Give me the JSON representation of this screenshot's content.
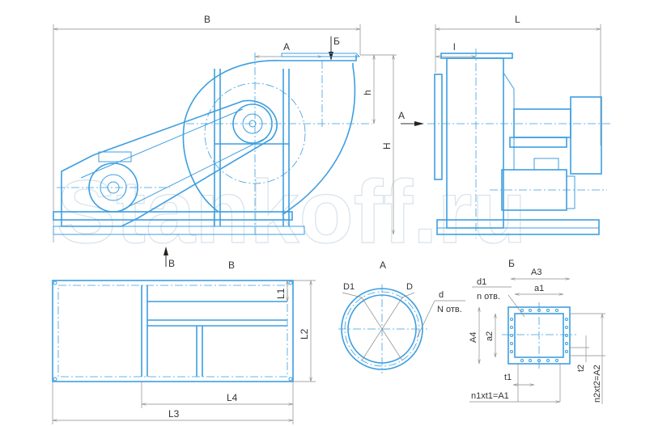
{
  "watermark": "Stankoff.ru",
  "side_view": {
    "width_dim": "В",
    "outlet_offset_dim": "А",
    "view_arrow_b": "Б",
    "outlet_height_dim": "h",
    "total_height_dim": "H",
    "section_arrow_v": "В"
  },
  "front_view": {
    "length_dim": "L",
    "offset_dim": "l",
    "view_arrow_a": "А"
  },
  "base_view": {
    "title": "В",
    "dims": {
      "l1": "L1",
      "l2": "L2",
      "l4": "L4",
      "l3": "L3"
    }
  },
  "inlet_view": {
    "title": "А",
    "dims": {
      "d1": "D1",
      "d": "D",
      "hole_d": "d",
      "holes": "N отв."
    }
  },
  "outlet_view": {
    "title": "Б",
    "dims": {
      "a3": "А3",
      "a1": "a1",
      "d1": "d1",
      "holes": "n отв.",
      "a4": "А4",
      "a2": "a2",
      "t2": "t2",
      "n2t2": "n2xt2=A2",
      "t1": "t1",
      "n1t1": "n1xt1=A1"
    }
  }
}
